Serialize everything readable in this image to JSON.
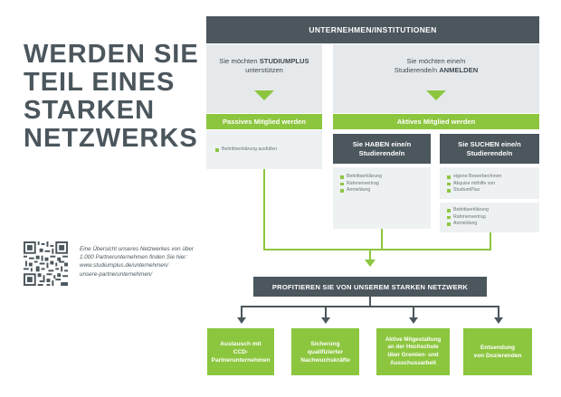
{
  "heading": [
    "WERDEN SIE",
    "TEIL EINES",
    "STARKEN",
    "NETZWERKS"
  ],
  "info": {
    "text_lines": [
      "Eine Übersicht unseres Netzwerkes von über",
      "1.000 Partnerunternehmen finden Sie hier:",
      "www.studiumplus.de/unternehmen/",
      "unsere-partnerunternehmen/"
    ],
    "qr_icon": "qr-code-icon"
  },
  "top_header": "UNTERNEHMEN/INSTITUTIONEN",
  "left_branch": {
    "question_line1_prefix": "Sie möchten ",
    "question_line1_bold": "STUDIUMPLUS",
    "question_line2": "unterstützen",
    "label": "Passives Mitglied werden",
    "items": [
      "Beitrittserklärung ausfüllen"
    ]
  },
  "right_branch": {
    "question_line1": "Sie möchten eine/n",
    "question_line2_prefix": "Studierende/n ",
    "question_line2_bold": "ANMELDEN",
    "label": "Aktives Mitglied werden",
    "have": {
      "title_line1": "Sie HABEN eine/n",
      "title_line2": "Studierende/n",
      "items": [
        "Beitrittserklärung",
        "Rahmenvertrag",
        "Anmeldung"
      ]
    },
    "seek": {
      "title_line1": "Sie SUCHEN eine/n",
      "title_line2": "Studierende/n",
      "items_top": [
        "eigene Bewerber/innen",
        "Akquise mithilfe von",
        "StudiumPlus"
      ],
      "items_bottom": [
        "Beitrittserklärung",
        "Rahmenvertrag",
        "Anmeldung"
      ]
    }
  },
  "benefit_header": "PROFITIEREN SIE VON UNSEREM STARKEN NETZWERK",
  "benefits": [
    [
      "Austausch mit",
      "CCD-",
      "Partnerunternehmen"
    ],
    [
      "Sicherung",
      "qualifizierter",
      "Nachwuchskräfte"
    ],
    [
      "Aktive Mitgestaltung",
      "an der Hochschule",
      "über Gremien- und",
      "Ausschussarbeit"
    ],
    [
      "Entsendung",
      "von Dozierenden"
    ]
  ],
  "colors": {
    "dark": "#4b565d",
    "green": "#8cc63f",
    "grey": "#e6e9eb",
    "light": "#eef1f2"
  }
}
